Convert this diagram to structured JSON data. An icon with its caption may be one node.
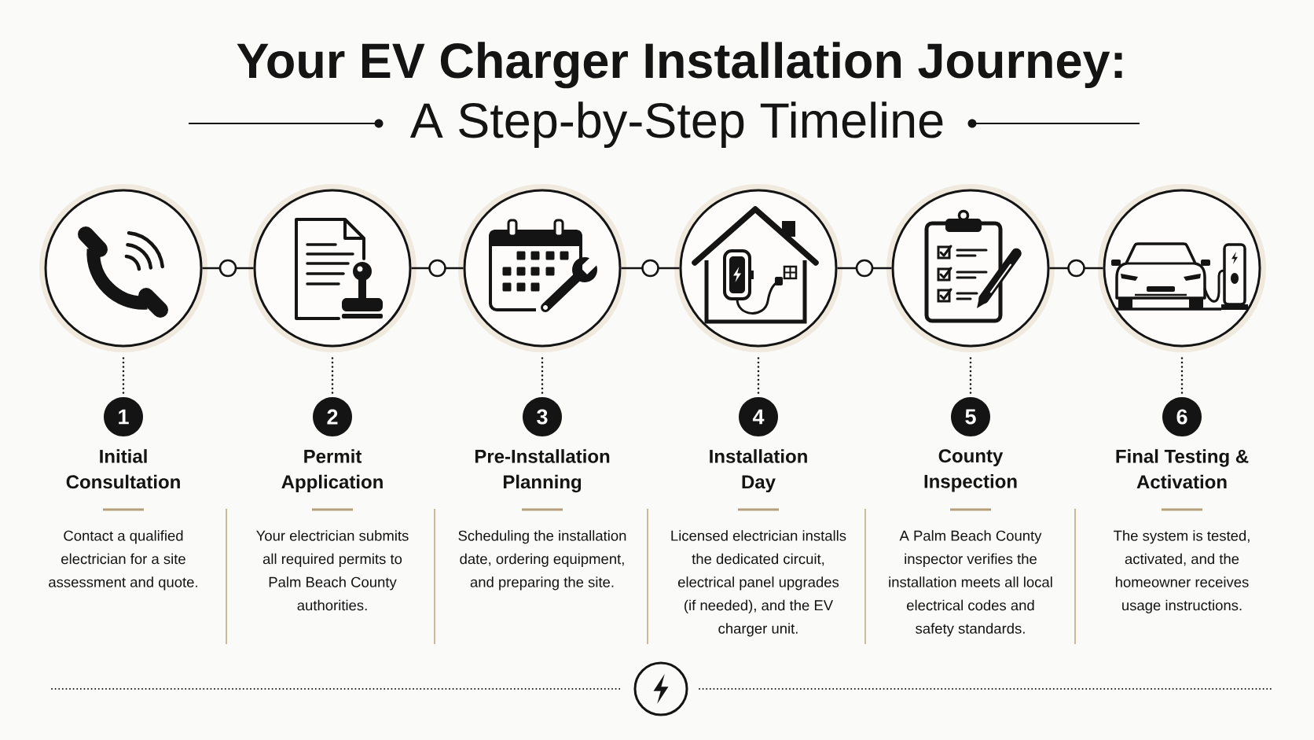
{
  "diagram": {
    "title": "Your EV Charger Installation Journey:",
    "nodes": [
      {
        "text": [],
        "shape": "picture"
      },
      {
        "text": [],
        "shape": "picture"
      },
      {
        "text": [],
        "shape": "picture"
      },
      {
        "text": [],
        "shape": "picture"
      },
      {
        "text": [],
        "shape": "picture"
      },
      {
        "text": [],
        "shape": "picture"
      },
      {
        "text": [
          "1"
        ],
        "beside": [
          "Initial Consultation",
          "Contact a qualified electrician for a site assessment and quote."
        ]
      },
      {
        "text": [
          "2"
        ],
        "beside": [
          "Permit Application",
          "Your electrician submits all required permits to Palm Beach County authorities."
        ]
      },
      {
        "text": [
          "3"
        ],
        "beside": [
          "Pre-Installation Planning",
          "Scheduling the installation date, ordering equipment, and preparing the site."
        ]
      },
      {
        "text": [
          "4"
        ],
        "beside": [
          "Installation Day",
          "Licensed electrician installs the dedicated circuit, electrical panel upgrades (if needed), and the EV charger unit."
        ]
      },
      {
        "text": [
          "5"
        ],
        "beside": [
          "County Inspection",
          "A Palm Beach County inspector verifies the installation meets all local electrical codes and safety standards."
        ]
      },
      {
        "text": [
          "6"
        ],
        "beside": [
          "Final Testing & Activation",
          "The system is tested, activated, and the homeowner receives usage instructions."
        ]
      }
    ],
    "edges": [
      {
        "from": 0,
        "to": 1,
        "arrow": "none"
      },
      {
        "from": 1,
        "to": 2,
        "arrow": "none"
      },
      {
        "from": 2,
        "to": 3,
        "arrow": "none"
      },
      {
        "from": 3,
        "to": 4,
        "arrow": "none"
      },
      {
        "from": 4,
        "to": 5,
        "arrow": "none"
      },
      {
        "from": 0,
        "to": 6,
        "arrow": "none",
        "style": "dashed"
      },
      {
        "from": 1,
        "to": 7,
        "arrow": "none",
        "style": "dashed"
      },
      {
        "from": 2,
        "to": 8,
        "arrow": "none",
        "style": "dashed"
      },
      {
        "from": 3,
        "to": 9,
        "arrow": "none",
        "style": "dashed"
      },
      {
        "from": 4,
        "to": 10,
        "arrow": "none",
        "style": "dashed"
      },
      {
        "from": 5,
        "to": 11,
        "arrow": "none",
        "style": "dashed"
      }
    ],
    "labels": [
      "A Step-by-Step Timeline"
    ]
  }
}
